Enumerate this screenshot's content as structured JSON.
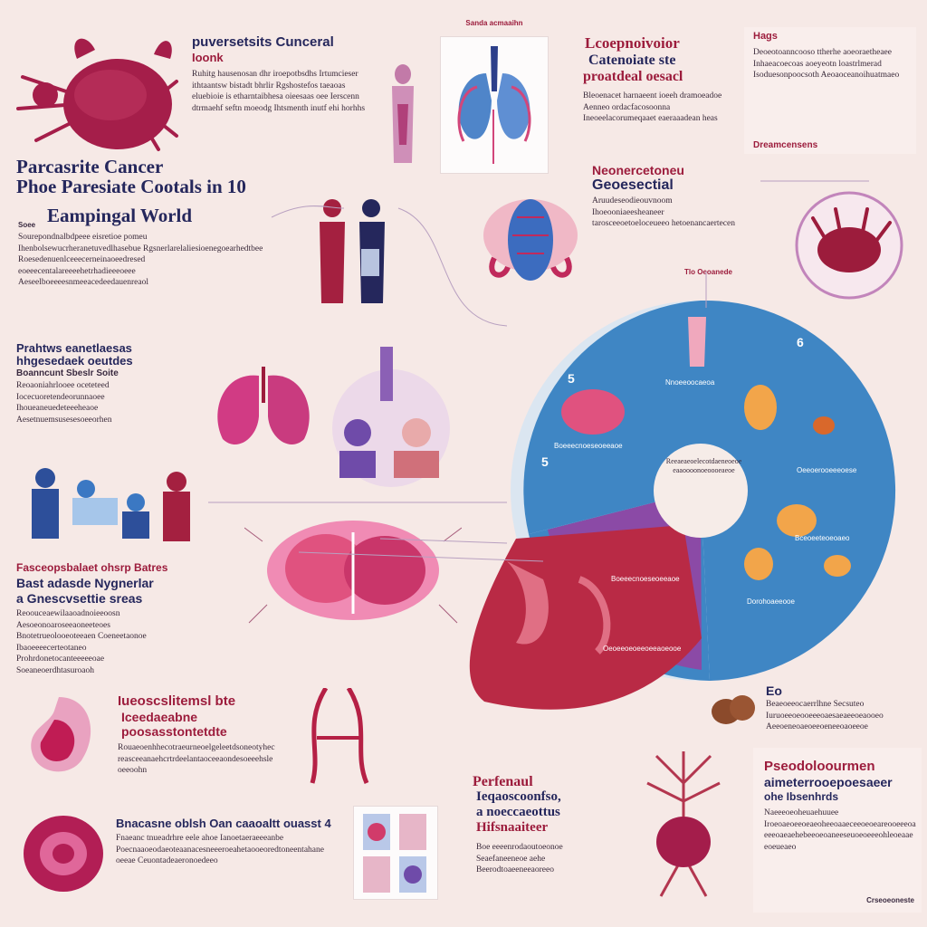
{
  "colors": {
    "background": "#f6e9e6",
    "navy": "#25275c",
    "crimson": "#9c1c3c",
    "wheel_blue": "#3f86c4",
    "wheel_purple": "#8b4aa6",
    "wheel_red": "#b92a45"
  },
  "main_heading": {
    "line1": "Parcasrite Cancer",
    "line2": "Phoe Paresiate Cootals in 10",
    "line3": "Eampingal World"
  },
  "blocks": {
    "top_left_title": "puversetsits Cunceral",
    "top_left_sub": "Ioonk",
    "top_left_body": "Ruhitg hausenosan dhr iroepotbsdhs Irtumcieser ithtaantsw bistadt bhrlir Rgshostefos taeaoas eluebioie is etharntaibhesa oieesaas oee Ierscenn dtrmaehf seftn moeodg Ihtsmenth inutf ehi horhhs",
    "top_center_title": "Sanda acmaaihn",
    "center_top_title": "Lcoepnoivoior",
    "center_top_sub1": "Catenoiate ste",
    "center_top_sub2": "proatdeal oesacl",
    "center_top_body": "Bleoenacet harnaeent ioeeh dramoeadoe Aenneo ordacfacosoonna Ineoeelacorumeqaaet eaeraaadean heas",
    "right_top_title": "Hags",
    "right_top_body": "Deoeotoanncooso ttherhe aoeoraetheaee Inhaeacoecoas aoeyeotn loastrlmerad Isoduesonpoocsoth Aeoaoceanoihuatmaeo",
    "right_top_footer": "Dreamcensens",
    "geo_title1": "Neonercetoneu",
    "geo_title2": "Geoesectial",
    "geo_body": "Aruudeseodieouvnoom Ihoeooniaeesheaneer tarosceeoetoeloceueeo hetoenancaertecen",
    "intro_body": "Sourepondnalbdpeee eisretioe pomeu Ihenbolsewucrheranetuvedlhasebue Rgsnerlarelaliesioenegoearhedtbee Roesedenuenlceeecerneinaoeedresed eoeeecentalareeeehetrhadieeeoeee Aeseelboeeeesnmeeacedeedauenreaol",
    "intro_small": "Soee",
    "mid_left_title": "Prahtws eanetlaesas hhgesedaek oeutdes",
    "mid_left_sub": "Boanncunt Sbeslr Soite",
    "mid_left_body": "Reoaoniahrlooee oceteteed Iocecuoretendeorunnaoee Ihoueaneuedeteeeheaoe Aesetnuemsusesesoeeorhen",
    "left_low_title1": "Fasceopsbalaet ohsrp Batres",
    "left_low_title2": "Bast adasde Nygnerlar",
    "left_low_title3": "a Gnescvsettie sreas",
    "left_low_body": "Reoouceaewilaaoadnoieeoosn Aesoeonoaroseeaoneeteoes Bnotetrueolooeoteeaen Coeneetaonoe Ibaoeeeecerteotaneo Prohrdonetocanteeeeeoae Soeaneoerdhtasuroaoh",
    "bottom_left_title1": "Iueoscslitemsl bte",
    "bottom_left_title2": "Iceedaeabne",
    "bottom_left_title3": "poosasstontetdte",
    "bottom_left_body": "Rouaeoenhhecotraeurneoelgeleetdsoneotyhecreasceeanaehcrtrdeelantaoceeaondesoeeehsleoeeoohn",
    "bottom_title": "Bnacasne oblsh Oan caaoaltt ouasst 4",
    "bottom_body": "Fnaeanc tnueadrhre eele ahoe Ianoetaeraeeeanbe Poecnaaoeodaeoteaanacesneeeroeahetaooeoredtoneentahaneoeeae Ceuontadeaeronoedeeo",
    "center_bottom_title1": "Perfenaul",
    "center_bottom_title2": "Ieqaoscoonfso,",
    "center_bottom_title3": "a noeccaeottus",
    "center_bottom_title4": "Hifsnaaiteer",
    "center_bottom_body": "Boe eeeenrodaoutoeonoe Seaefaneeneoe aehe Beerodtoaeeneeaoreeo",
    "right_mid_title": "Eo",
    "right_mid_body": "Beaeoeeocaerrlhne Secsuteo Iuruoeeoeooeeeoaesaeaeeoeaooeo Aeeoeneoaeoeeoeneeoaoeeoe",
    "right_bottom_title1": "Pseodoloourmen",
    "right_bottom_title2": "aimeterrooepoesaeer",
    "right_bottom_title3": "ohe Ibsenhrds",
    "right_bottom_body": "Naeeeoeoheuaehuuee Iroeoaeoeeoeaeoheeoaaeceeoeoeareooeeeoaeeeoaeaehebeeoeoaneeseuoeoeeeohleoeaaeeoeueaeo",
    "right_bottom_footer": "Crseoeoneste",
    "wheel_center": "Reeaeaeoelecotdaeneoeoeeaaoooonoeoooeaeoe",
    "wheel_label_top": "Tlo Oeoanede",
    "wheel_label_a": "Boeeecnoeseoeeaoe",
    "wheel_label_b": "Nnoeeoocaeoa",
    "wheel_label_c": "Oeeoerooeeeoese",
    "wheel_label_d": "Bceoeeteoeoaeo",
    "wheel_label_e": "Dorohoaeeooe",
    "wheel_label_red": "Oeoeeoeoeeoeeaoeooe",
    "wheel_num_1": "5",
    "wheel_num_2": "6",
    "wheel_num_3": "5"
  }
}
